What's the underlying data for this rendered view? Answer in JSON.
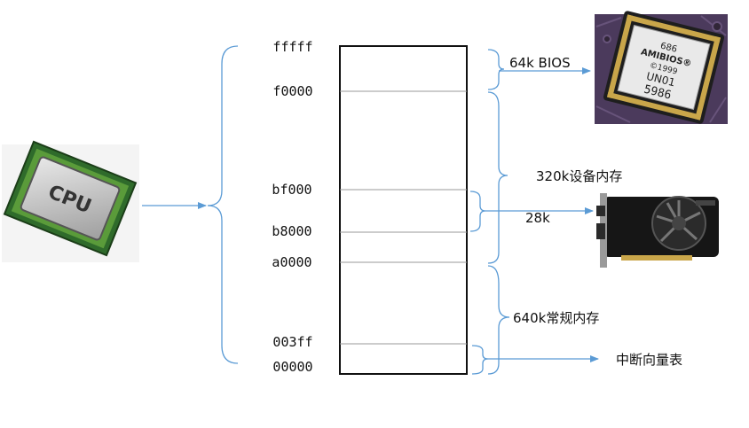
{
  "addresses": {
    "fffff": "fffff",
    "f0000": "f0000",
    "bf000": "bf000",
    "b8000": "b8000",
    "a0000": "a0000",
    "a003ff": "003ff",
    "a00000": "00000"
  },
  "regions": {
    "bios": "64k BIOS",
    "device_memory": "320k设备内存",
    "video": "28k",
    "conventional": "640k常规内存",
    "ivt": "中断向量表"
  },
  "cpu_chip": {
    "label": "CPU"
  },
  "bios_chip": {
    "line1": "686",
    "line2": "AMIBIOS®",
    "line3": "©1999",
    "line4": "UN01",
    "line5": "5986"
  },
  "colors": {
    "line_blue": "#5b9bd5",
    "divider_gray": "#9a9a9a",
    "board_purple": "#4b3a5c"
  },
  "icons": {
    "cpu": "cpu-chip-icon",
    "bios": "bios-chip-icon",
    "gpu": "graphics-card-icon"
  }
}
